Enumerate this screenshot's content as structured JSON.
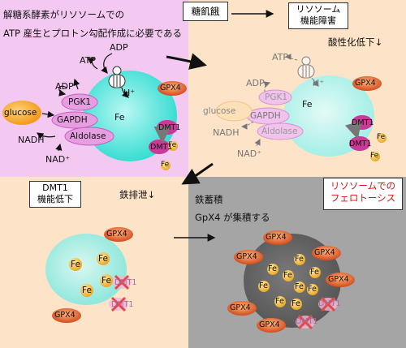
{
  "panel1": {
    "caption_line1": "解糖系酵素がリソソームでの",
    "caption_line2": "ATP 産生とプロトン勾配作成に必要である",
    "labels": {
      "adp_top": "ADP",
      "atp": "ATP",
      "adp": "ADP",
      "h_plus": "H⁺",
      "gpx4": "GPX4",
      "pgk1": "PGK1",
      "gapdh": "GAPDH",
      "aldolase": "Aldolase",
      "glucose": "glucose",
      "nadh": "NADH",
      "nad_plus": "NAD⁺",
      "fe": "Fe",
      "dmt1_a": "DMT1",
      "dmt1_b": "DMT1",
      "fe_out1": "Fe",
      "fe_out2": "Fe"
    }
  },
  "panel2": {
    "box_label": "糖飢餓",
    "box2_line1": "リソソーム",
    "box2_line2": "機能障害",
    "acidity": "酸性化低下↓",
    "labels": {
      "atp": "ATP",
      "adp": "ADP",
      "h_plus": "H⁺",
      "gpx4": "GPX4",
      "pgk1": "PGK1",
      "gapdh": "GAPDH",
      "aldolase": "Aldolase",
      "glucose": "glucose",
      "nadh": "NADH",
      "nad_plus": "NAD⁺",
      "fe": "Fe",
      "dmt1_a": "DMT1",
      "dmt1_b": "DMT1",
      "fe_out1": "Fe",
      "fe_out2": "Fe"
    }
  },
  "panel3": {
    "box_line1": "DMT1",
    "box_line2": "機能低下",
    "iron_excretion": "鉄排泄↓",
    "labels": {
      "gpx4_top": "GPX4",
      "gpx4_bottom": "GPX4",
      "fe": "Fe",
      "dmt1_a": "DMT1",
      "dmt1_b": "DMT1"
    }
  },
  "panel4": {
    "iron_accum": "鉄蓄積",
    "gpx4_accum": "GpX4 が集積する",
    "box_line1": "リソソームでの",
    "box_line2": "フェロトーシス",
    "labels": {
      "gpx4": "GPX4",
      "fe": "Fe",
      "dmt1_a": "DMT1",
      "dmt1_b": "DMT1"
    }
  },
  "colors": {
    "panel1_bg": "#f3c9f1",
    "panel2_bg": "#fde4c8",
    "panel3_bg": "#fde4c8",
    "panel4_bg": "#a5a5a5",
    "lysosome": "#3de0d6",
    "ferroptosis_text": "#e01010"
  }
}
